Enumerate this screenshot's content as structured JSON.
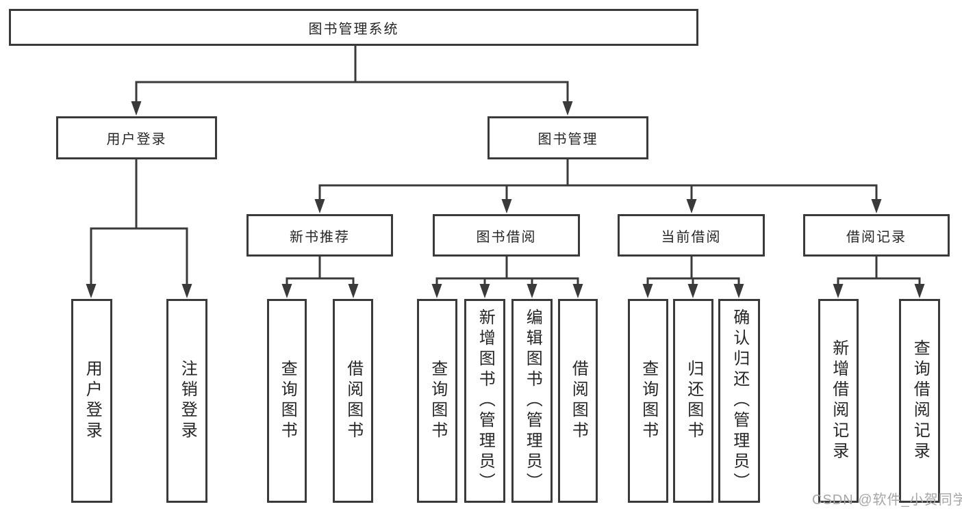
{
  "diagram": {
    "root": {
      "label": "图书管理系统"
    },
    "branches": [
      {
        "label": "用户登录",
        "leaves": [
          {
            "label": "用户登录"
          },
          {
            "label": "注销登录"
          }
        ]
      },
      {
        "label": "图书管理",
        "categories": [
          {
            "label": "新书推荐",
            "leaves": [
              {
                "label": "查询图书"
              },
              {
                "label": "借阅图书"
              }
            ]
          },
          {
            "label": "图书借阅",
            "leaves": [
              {
                "label": "查询图书"
              },
              {
                "label": "新增图书（管理员）"
              },
              {
                "label": "编辑图书（管理员）"
              },
              {
                "label": "借阅图书"
              }
            ]
          },
          {
            "label": "当前借阅",
            "leaves": [
              {
                "label": "查询图书"
              },
              {
                "label": "归还图书"
              },
              {
                "label": "确认归还（管理员）"
              }
            ]
          },
          {
            "label": "借阅记录",
            "leaves": [
              {
                "label": "新增借阅记录"
              },
              {
                "label": "查询借阅记录"
              }
            ]
          }
        ]
      }
    ],
    "watermark": "CSDN @软件_小贺同学",
    "colors": {
      "line": "#3a3a3a",
      "text": "#262626",
      "box_background": "#ffffff",
      "watermark": "#a6a6a6"
    }
  }
}
